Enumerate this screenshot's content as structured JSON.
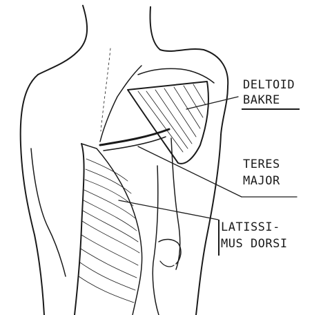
{
  "labels": {
    "deltoid": [
      "DELTOID",
      "BAKRE"
    ],
    "teres": [
      "TERES",
      "MAJOR"
    ],
    "latissimus": [
      "LATISSI-",
      "MUS DORSI"
    ]
  },
  "colors": {
    "ink": "#1a1a1a",
    "paper": "#ffffff"
  }
}
